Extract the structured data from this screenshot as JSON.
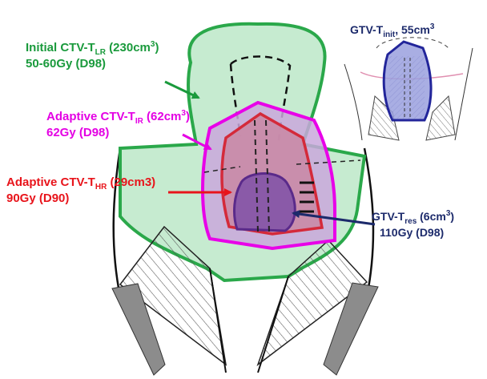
{
  "labels": {
    "ctv_lr": {
      "prefix": "Initial CTV-T",
      "sub": "LR",
      "suffix": " (230cm",
      "sup": "3",
      "close": ")",
      "dose": "50-60Gy (D98)",
      "color": "#1a9a3c"
    },
    "ctv_ir": {
      "prefix": "Adaptive CTV-T",
      "sub": "IR",
      "suffix": " (62cm",
      "sup": "3",
      "close": ")",
      "dose": "62Gy (D98)",
      "color": "#e400e4"
    },
    "ctv_hr": {
      "prefix": "Adaptive CTV-T",
      "sub": "HR",
      "suffix": " (29cm3)",
      "dose": "90Gy (D90)",
      "color": "#e8141b"
    },
    "gtv_res": {
      "prefix": "GTV-T",
      "sub": "res",
      "suffix": " (6cm",
      "sup": "3",
      "close": ")",
      "dose": "110Gy (D98)",
      "color": "#1c2a6b"
    },
    "gtv_init": {
      "prefix": "GTV-T",
      "sub": "init",
      "suffix": ", 55cm",
      "sup": "3",
      "color": "#1c2a6b"
    }
  },
  "colors": {
    "ctv_lr_fill": "#c6ebd0",
    "ctv_lr_stroke": "#2aa84a",
    "ctv_ir_fill": "#c9a8dc",
    "ctv_ir_stroke": "#e800e8",
    "ctv_hr_fill": "#c98aa6",
    "ctv_hr_stroke": "#d42a3a",
    "gtv_fill": "#8a5aa8",
    "gtv_stroke": "#5a2a8a",
    "gtv_init_fill": "#9aa0de",
    "gtv_init_stroke": "#22259a",
    "wall_gray": "#8c8c8c"
  }
}
